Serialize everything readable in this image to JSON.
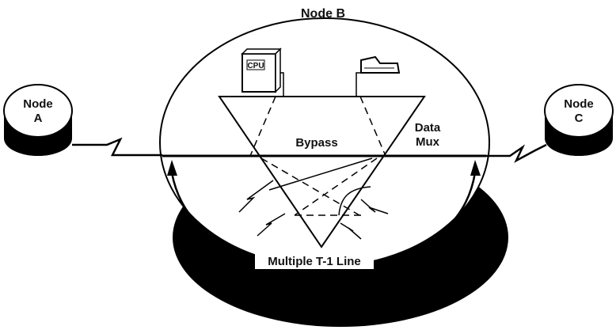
{
  "diagram": {
    "title": "Node B",
    "nodes": {
      "a": {
        "line1": "Node",
        "line2": "A"
      },
      "c": {
        "line1": "Node",
        "line2": "C"
      }
    },
    "labels": {
      "bypass": "Bypass",
      "data_mux_line1": "Data",
      "data_mux_line2": "Mux",
      "trunk": "Multiple T-1 Line",
      "cpu": "CPU"
    },
    "icons": [
      "cpu-icon",
      "terminal-icon"
    ]
  }
}
